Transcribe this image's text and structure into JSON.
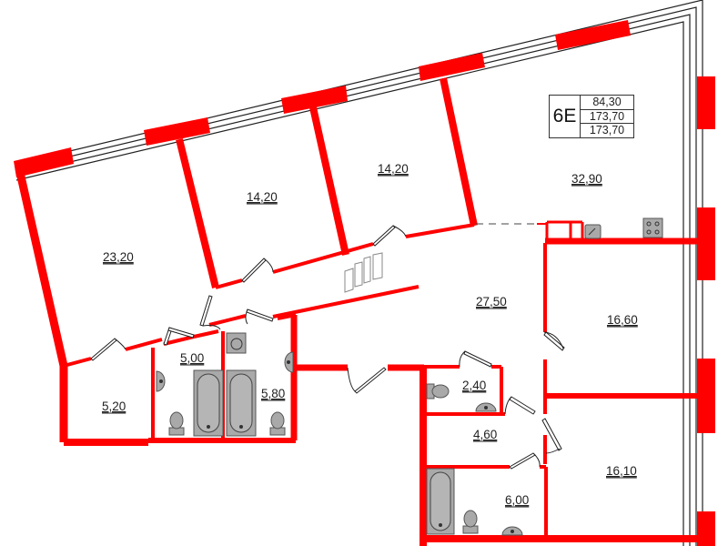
{
  "plan": {
    "apartment_code": "6E",
    "areas": {
      "living_area": "84,30",
      "total_area": "173,70",
      "total_area_with_balcony": "173,70"
    },
    "colors": {
      "wall": "#ff0000",
      "fixture": "#a9a9a9",
      "window_line": "#222222",
      "background": "#ffffff"
    },
    "rooms": [
      {
        "id": "bedroom-left",
        "area": "23,20"
      },
      {
        "id": "bedroom-mid",
        "area": "14,20"
      },
      {
        "id": "bedroom-right",
        "area": "14,20"
      },
      {
        "id": "kitchen-living",
        "area": "32,90"
      },
      {
        "id": "hall",
        "area": "27,50"
      },
      {
        "id": "bedroom-east-upper",
        "area": "16,60"
      },
      {
        "id": "bedroom-east-lower",
        "area": "16,10"
      },
      {
        "id": "wardrobe",
        "area": "5,20"
      },
      {
        "id": "bathroom-1",
        "area": "5,00"
      },
      {
        "id": "bathroom-2",
        "area": "5,80"
      },
      {
        "id": "wc",
        "area": "2,40"
      },
      {
        "id": "corridor",
        "area": "4,60"
      },
      {
        "id": "bathroom-3",
        "area": "6,00"
      }
    ]
  }
}
